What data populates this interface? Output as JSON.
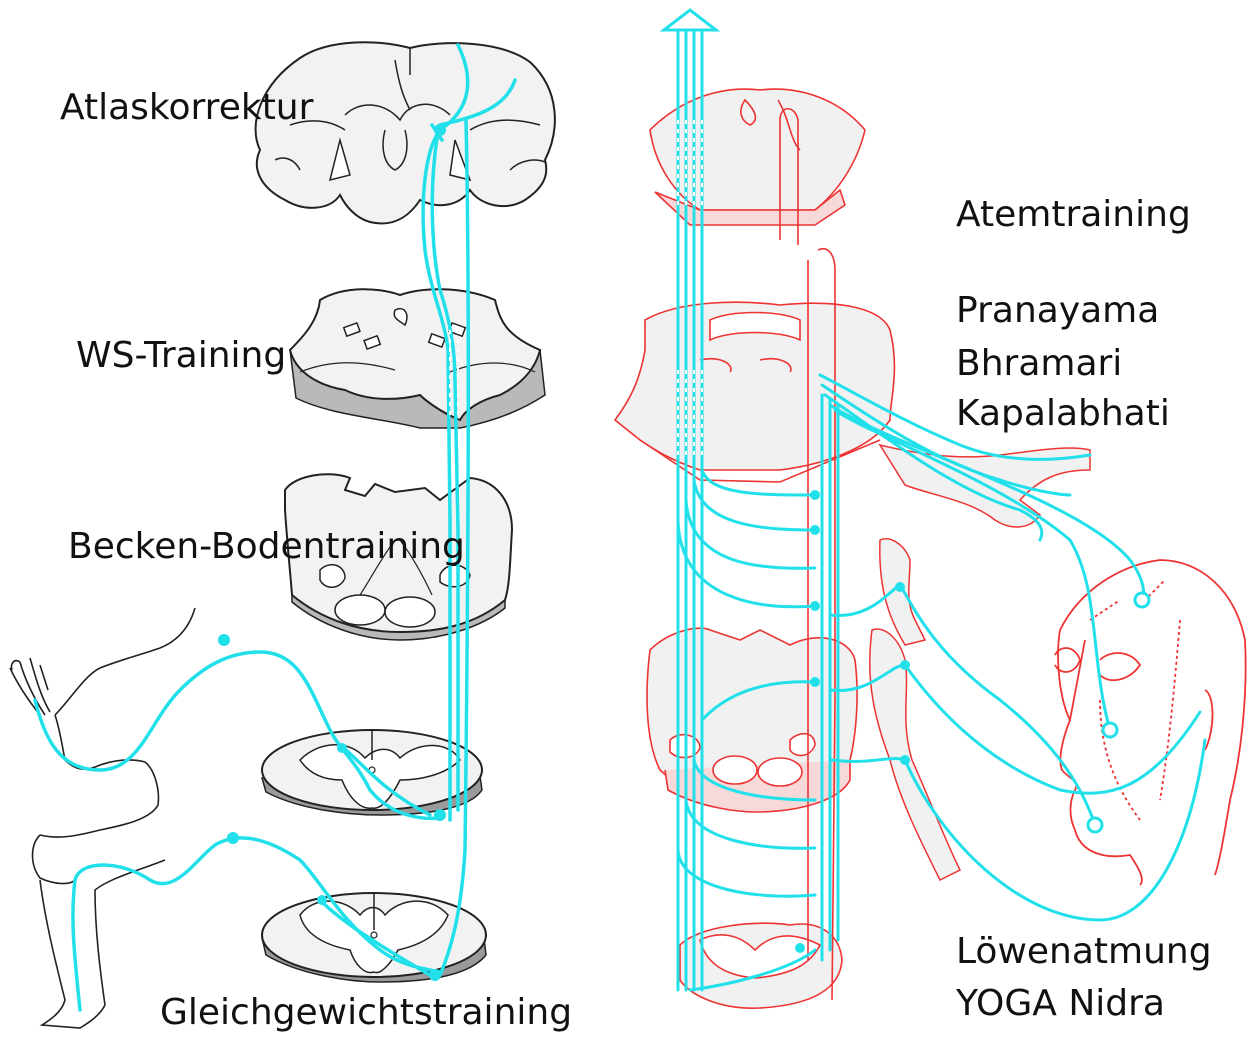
{
  "labels": {
    "atlaskorrektur": "Atlaskorrektur",
    "ws_training": "WS-Training",
    "becken_boden": "Becken-Bodentraining",
    "gleichgewicht": "Gleichgewichtstraining",
    "atemtraining": "Atemtraining",
    "pranayama": "Pranayama",
    "bhramari": "Bhramari",
    "kapalabhati": "Kapalabhati",
    "loewenatmung": "Löwenatmung",
    "yoga_nidra": "YOGA Nidra"
  },
  "colors": {
    "nerve": "#22e0ea",
    "brainstem_outline": "#ee3333",
    "brainstem_fill": "#f1f1f1",
    "section_fill": "#f2f2f2",
    "section_shadow": "#b9b9b9",
    "outline": "#222222",
    "text": "#111111"
  }
}
